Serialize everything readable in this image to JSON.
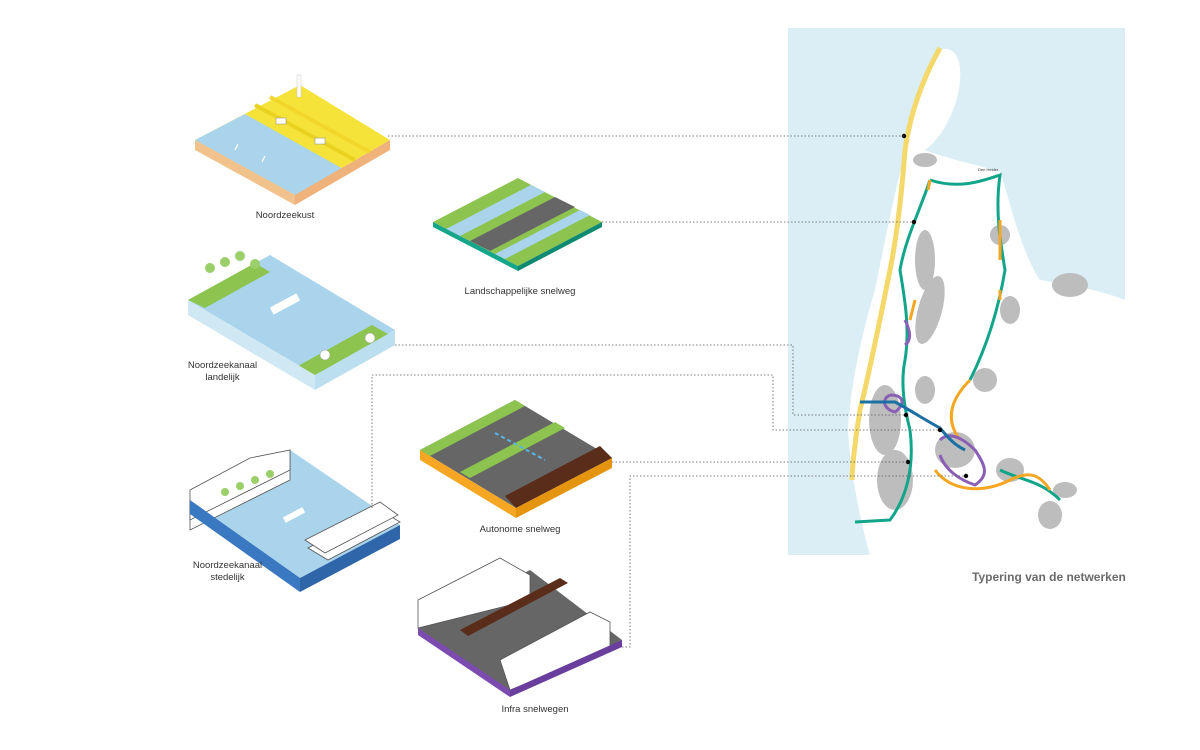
{
  "title": "Typering van de netwerken",
  "panels": {
    "noordzeekust": "Noordzeekust",
    "landschappelijk": "Landschappelijke snelweg",
    "kanaal_landelijk": [
      "Noordzeekanaal",
      "landelijk"
    ],
    "kanaal_stedelijk": [
      "Noordzeekanaal",
      "stedelijk"
    ],
    "autonoom": "Autonome snelweg",
    "infra": "Infra snelwegen"
  },
  "map": {
    "place_label": "Den Helder"
  },
  "colors": {
    "sea": "#dbeef5",
    "land": "#ffffff",
    "urban": "#b8b8b8",
    "network_green": "#12a58a",
    "network_orange": "#f5a623",
    "network_purple": "#8a5fb5",
    "network_blue": "#1c6fa3",
    "coast_yellow": "#f5d86a"
  }
}
